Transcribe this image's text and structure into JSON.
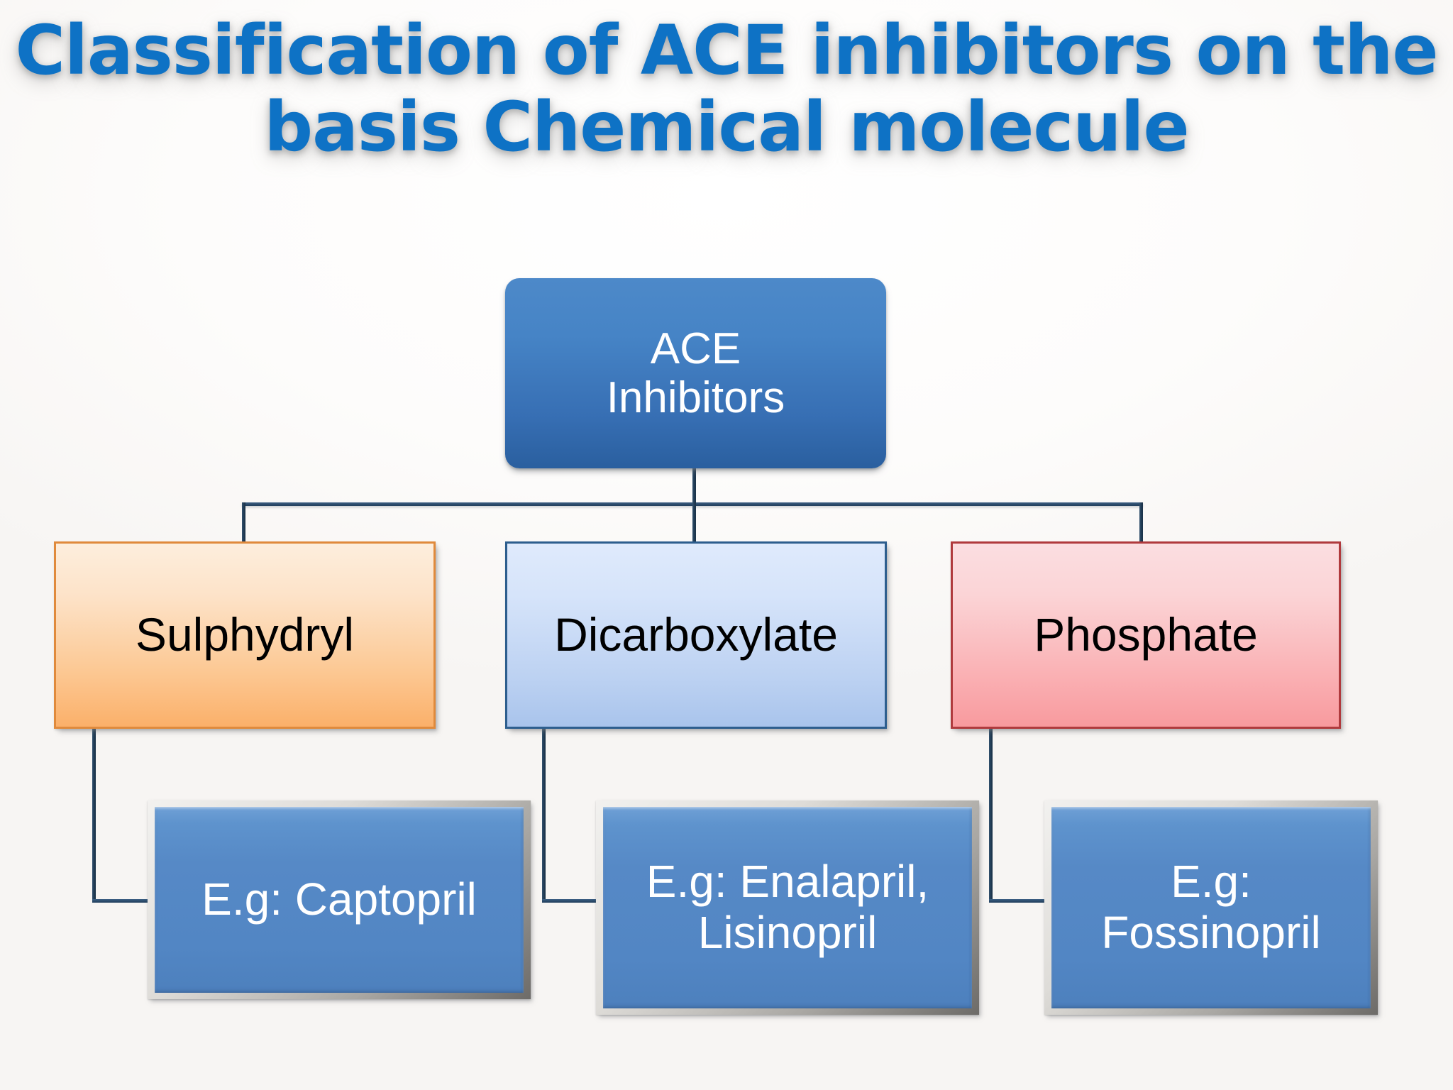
{
  "slide": {
    "title_lines": [
      "Classification of ACE inhibitors on the",
      "basis Chemical molecule"
    ],
    "title_color": "#0e72c5",
    "background_color": "#ffffff"
  },
  "diagram": {
    "type": "hierarchy-tree",
    "root": {
      "label": "ACE\nInhibitors",
      "fill": "#3d76ba",
      "text_color": "#ffffff"
    },
    "categories": [
      {
        "label": "Sulphydryl",
        "fill": "#fbc38a",
        "border": "#e08a3c",
        "text_color": "#000000",
        "example": {
          "label": "E.g: Captopril",
          "fill": "#5286c4",
          "text_color": "#ffffff"
        }
      },
      {
        "label": "Dicarboxylate",
        "fill": "#c3d6f3",
        "border": "#2d5e8e",
        "text_color": "#000000",
        "example": {
          "label": "E.g: Enalapril,\nLisinopril",
          "fill": "#5286c4",
          "text_color": "#ffffff"
        }
      },
      {
        "label": "Phosphate",
        "fill": "#faaeb1",
        "border": "#b03a3d",
        "text_color": "#000000",
        "example": {
          "label": "E.g:\nFossinopril",
          "fill": "#5286c4",
          "text_color": "#ffffff"
        }
      }
    ],
    "connector_color": "#23405c"
  }
}
